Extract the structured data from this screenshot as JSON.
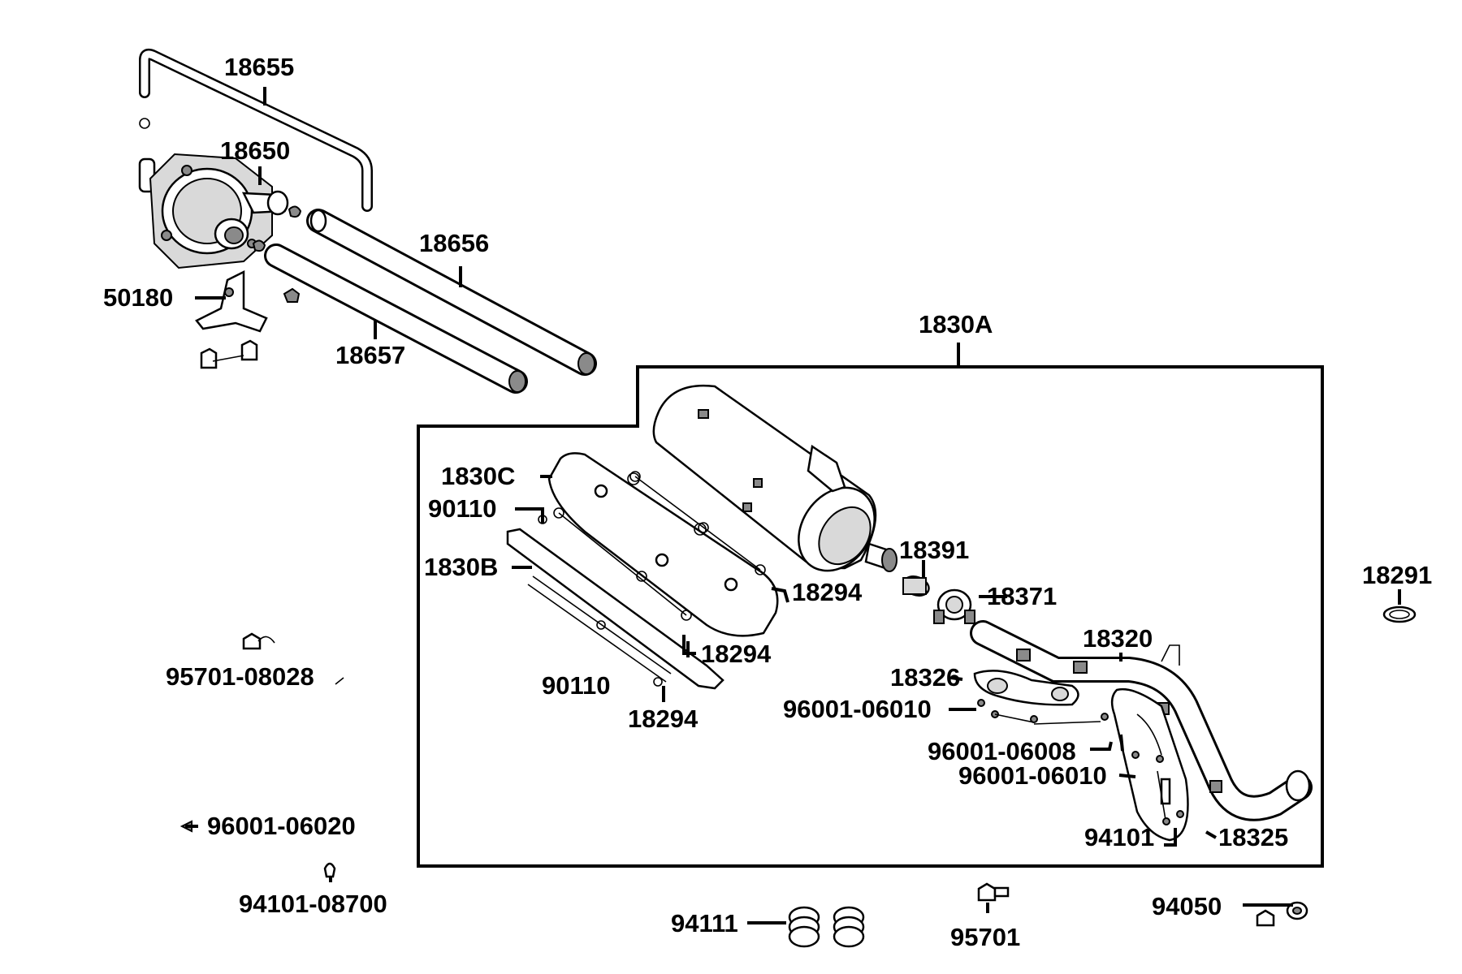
{
  "diagram": {
    "group_label": "1830A",
    "labels": [
      "18655",
      "18650",
      "18656",
      "50180",
      "18657",
      "1830A",
      "1830C",
      "90110",
      "1830B",
      "18391",
      "18294",
      "18371",
      "18291",
      "18294",
      "18320",
      "95701-08028",
      "18326",
      "90110",
      "18294",
      "96001-06010",
      "96001-06008",
      "96001-06010",
      "94101",
      "18325",
      "96001-06020",
      "94101-08700",
      "94111",
      "95701",
      "94050"
    ]
  }
}
